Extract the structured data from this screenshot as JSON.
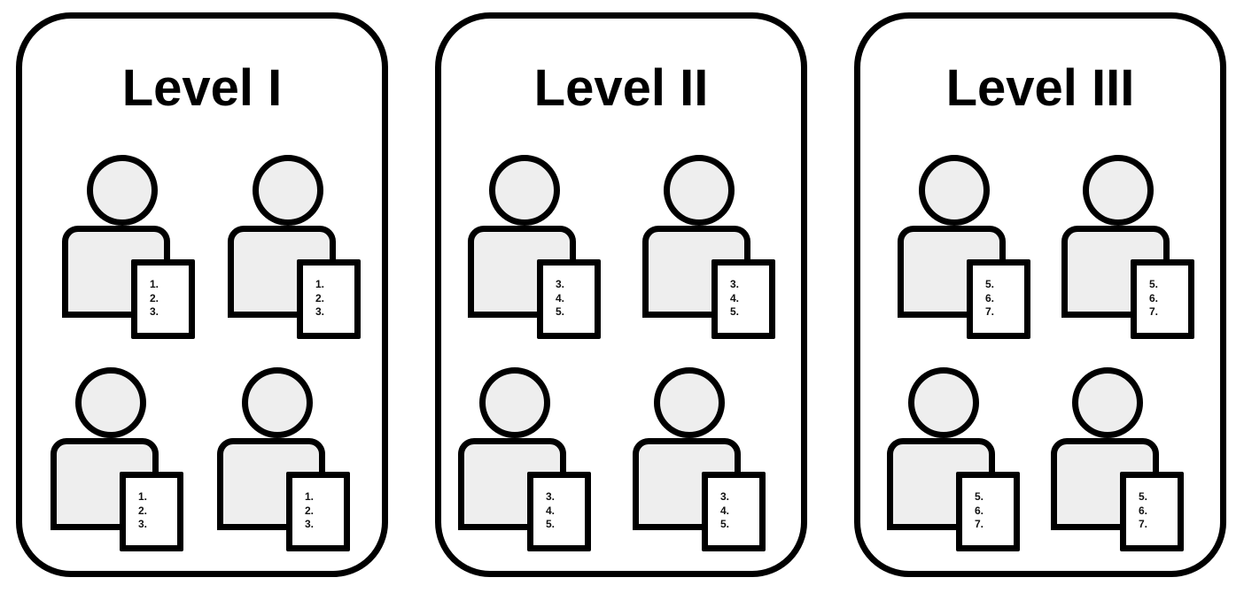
{
  "diagram": {
    "panels": [
      {
        "title": "Level I",
        "people": [
          {
            "items": [
              "1.",
              "2.",
              "3."
            ]
          },
          {
            "items": [
              "1.",
              "2.",
              "3."
            ]
          },
          {
            "items": [
              "1.",
              "2.",
              "3."
            ]
          },
          {
            "items": [
              "1.",
              "2.",
              "3."
            ]
          }
        ]
      },
      {
        "title": "Level II",
        "people": [
          {
            "items": [
              "3.",
              "4.",
              "5."
            ]
          },
          {
            "items": [
              "3.",
              "4.",
              "5."
            ]
          },
          {
            "items": [
              "3.",
              "4.",
              "5."
            ]
          },
          {
            "items": [
              "3.",
              "4.",
              "5."
            ]
          }
        ]
      },
      {
        "title": "Level III",
        "people": [
          {
            "items": [
              "5.",
              "6.",
              "7."
            ]
          },
          {
            "items": [
              "5.",
              "6.",
              "7."
            ]
          },
          {
            "items": [
              "5.",
              "6.",
              "7."
            ]
          },
          {
            "items": [
              "5.",
              "6.",
              "7."
            ]
          }
        ]
      }
    ],
    "colors": {
      "outline": "#000000",
      "person_fill": "#eeeeee",
      "document_fill": "#ffffff",
      "background": "#ffffff"
    }
  }
}
